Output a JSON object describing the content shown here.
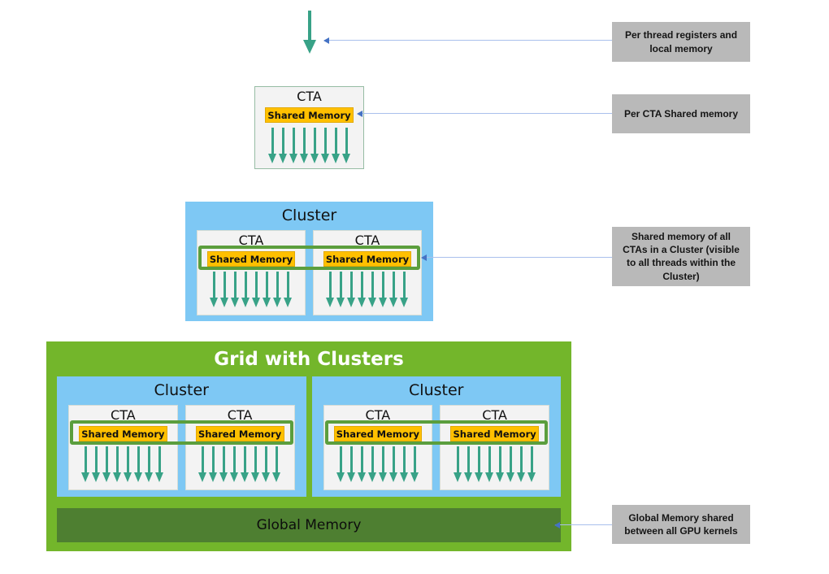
{
  "diagram": {
    "cta_label": "CTA",
    "cluster_label": "Cluster",
    "grid_label": "Grid with Clusters",
    "shared_memory_label": "Shared Memory",
    "global_memory_label": "Global Memory",
    "arrows_per_cta": 8
  },
  "callouts": [
    {
      "text": "Per thread registers and local memory"
    },
    {
      "text": "Per CTA Shared memory"
    },
    {
      "text": "Shared memory of all CTAs in a Cluster (visible to all threads within the Cluster)"
    },
    {
      "text": "Global Memory shared between all GPU kernels"
    }
  ],
  "colors": {
    "grid_green": "#73B62B",
    "global_green": "#4E7F31",
    "cluster_blue": "#7EC8F4",
    "shared_yellow": "#FFC000",
    "arrow_teal": "#38A287",
    "outline_green": "#5B9E3D",
    "callout_gray": "#B9B9B9",
    "connector_line": "#A9C0EC",
    "connector_tip": "#4472C4",
    "cta_bg": "#F3F3F3"
  }
}
